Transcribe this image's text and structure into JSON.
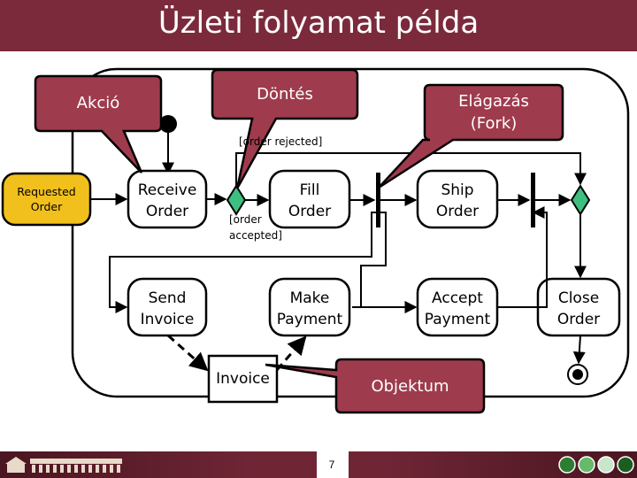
{
  "title": "Üzleti folyamat példa",
  "nodes": {
    "requested_order": "Requested\nOrder",
    "receive_order": "Receive\nOrder",
    "fill_order": "Fill\nOrder",
    "ship_order": "Ship\nOrder",
    "send_invoice": "Send\nInvoice",
    "make_payment": "Make\nPayment",
    "accept_payment": "Accept\nPayment",
    "close_order": "Close\nOrder",
    "invoice": "Invoice"
  },
  "guards": {
    "rejected": "[order rejected]",
    "accepted": "[order\naccepted]"
  },
  "callouts": {
    "akcio": "Akció",
    "dontes": "Döntés",
    "elagazas": "Elágazás\n(Fork)",
    "objektum": "Objektum"
  },
  "footer": {
    "page_number": "7"
  },
  "colors": {
    "title_bg": "#7b2a3b",
    "callout_fill": "#9e3b4d",
    "requested_order_fill": "#f2c01c",
    "decision_fill": "#3fbf7f",
    "activity_stroke": "#000000"
  }
}
